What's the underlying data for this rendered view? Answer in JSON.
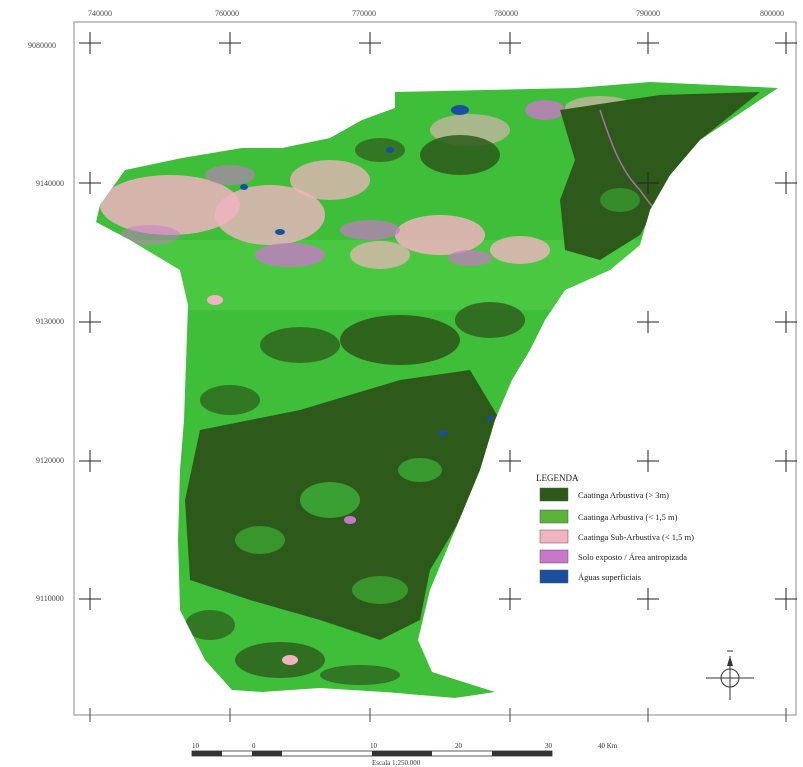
{
  "map": {
    "top_coords": [
      "740000",
      "760000",
      "770000",
      "780000",
      "790000",
      "800000"
    ],
    "left_coords": [
      "9080000",
      "9140000",
      "9130000",
      "9120000",
      "9110000"
    ],
    "legend": {
      "title": "LEGENDA",
      "items": [
        {
          "label": "Caatinga Arbustiva (> 3m)",
          "color": "#2d5a1b"
        },
        {
          "label": "Caatinga Arbustiva (< 1,5 m)",
          "color": "#5cb33b"
        },
        {
          "label": "Caatinga Sub-Arbustiva (< 1,5 m)",
          "color": "#f0b4c0"
        },
        {
          "label": "Solo exposto / Área antropizada",
          "color": "#c878c8"
        },
        {
          "label": "Águas superficiais",
          "color": "#1a4fa0"
        }
      ]
    },
    "scale_bar": {
      "ticks": [
        "10",
        "0",
        "10",
        "20",
        "30",
        "40 Km"
      ],
      "caption": "Escala 1:250.000"
    },
    "colors": {
      "dense": "#2d5a1b",
      "open": "#3fbe3a",
      "open_light": "#5cb33b",
      "pink": "#f0b4c0",
      "magenta": "#c878c8",
      "water": "#1a4fa0",
      "frame": "#888888"
    }
  }
}
